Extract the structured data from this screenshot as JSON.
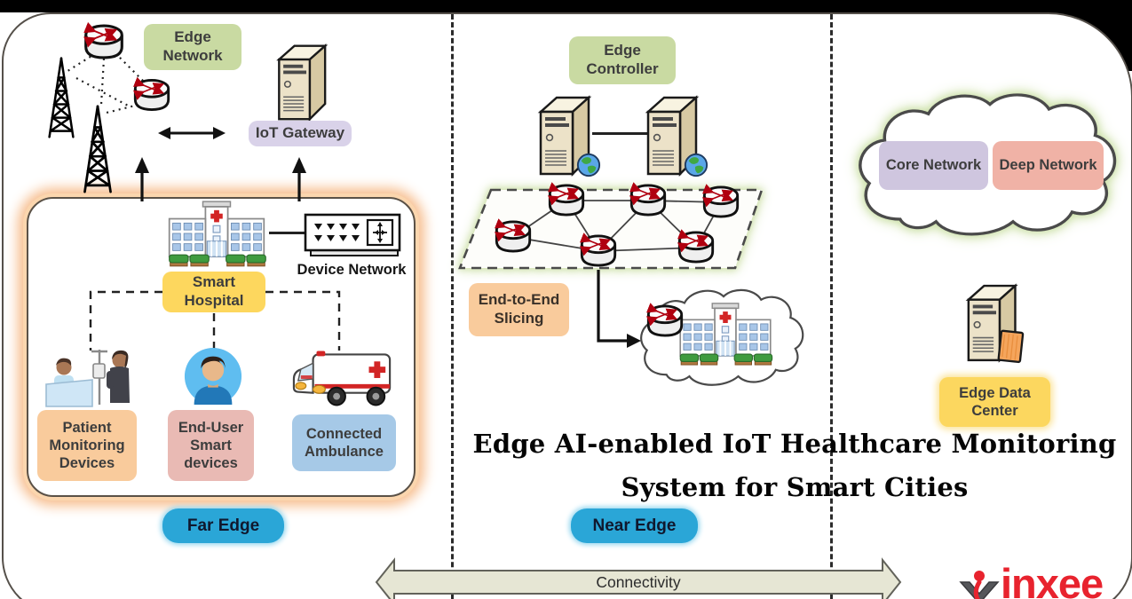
{
  "title": {
    "line1": "Edge AI-enabled IoT Healthcare Monitoring",
    "line2": "System for Smart Cities"
  },
  "far_edge": {
    "badge": "Far Edge",
    "edge_network": "Edge Network",
    "iot_gateway": "IoT Gateway",
    "device_network": "Device Network",
    "smart_hospital": "Smart Hospital",
    "patient_monitoring": "Patient Monitoring Devices",
    "end_user": "End-User Smart devices",
    "connected_ambulance": "Connected Ambulance"
  },
  "near_edge": {
    "badge": "Near Edge",
    "edge_controller": "Edge Controller",
    "end_to_end_slicing": "End-to-End Slicing"
  },
  "core_cloud": {
    "core_network": "Core Network",
    "deep_network": "Deep Network",
    "edge_data_center": "Edge Data Center"
  },
  "footer": {
    "connectivity": "Connectivity",
    "logo_text": "inxee"
  },
  "icons": [
    "radio-tower-icon",
    "router-icon",
    "server-icon",
    "globe-icon",
    "hospital-icon",
    "device-network-box-icon",
    "patient-monitoring-icon",
    "end-user-avatar-icon",
    "ambulance-icon",
    "cloud-icon",
    "up-arrow-icon",
    "double-arrow-icon",
    "elbow-arrow-icon",
    "connectivity-arrow-banner",
    "inxee-logo-mark-icon"
  ],
  "colors": {
    "edge_network_bg": "#c9daa2",
    "iot_gateway_bg": "#d9d2e9",
    "smart_hospital_bg": "#fdd75e",
    "patient_monitoring_bg": "#f9cb9c",
    "end_user_bg": "#e9bab4",
    "connected_ambulance_bg": "#a6c9e7",
    "zone_badge_bg": "#2aa6d7",
    "end_to_end_slicing_bg": "#f9cb9c",
    "core_network_bg": "#cfc6df",
    "deep_network_bg": "#f0b2a6",
    "edge_data_center_bg": "#fcd75f",
    "far_edge_box_glow": "#f7bd8d",
    "slicing_plane_glow": "#d6e6b6",
    "connectivity_fill": "#e6e6d4",
    "logo_red": "#e8232e",
    "top_bar": "#000000"
  }
}
